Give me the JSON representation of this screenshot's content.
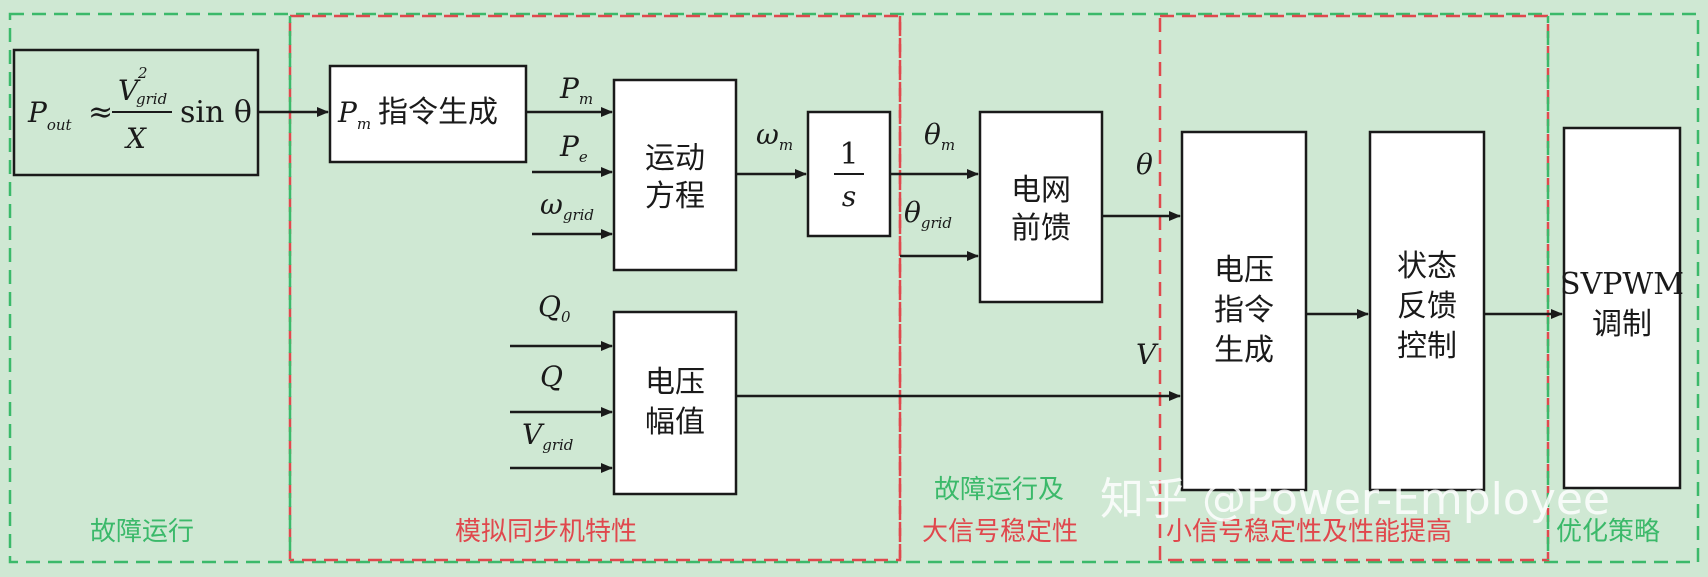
{
  "formula": {
    "lhs": "P",
    "lhs_sub": "out",
    "approx": "≈",
    "num": "V",
    "num_sup": "2",
    "num_sub": "grid",
    "den": "X",
    "tail": "sin θ"
  },
  "blocks": {
    "pm_cmd": {
      "sym": "P",
      "sub": "m",
      "label": "指令生成"
    },
    "motion": {
      "line1": "运动",
      "line2": "方程"
    },
    "integrator": {
      "num": "1",
      "den": "s"
    },
    "feedforward": {
      "line1": "电网",
      "line2": "前馈"
    },
    "volt_amp": {
      "line1": "电压",
      "line2": "幅值"
    },
    "volt_cmd": {
      "line1": "电压",
      "line2": "指令",
      "line3": "生成"
    },
    "state_fb": {
      "line1": "状态",
      "line2": "反馈",
      "line3": "控制"
    },
    "svpwm": {
      "line1": "SVPWM",
      "line2": "调制"
    }
  },
  "signals": {
    "pm": {
      "sym": "P",
      "sub": "m"
    },
    "pe": {
      "sym": "P",
      "sub": "e"
    },
    "wgrid": {
      "sym": "ω",
      "sub": "grid"
    },
    "wm": {
      "sym": "ω",
      "sub": "m"
    },
    "thetam": {
      "sym": "θ",
      "sub": "m"
    },
    "thetagrid": {
      "sym": "θ",
      "sub": "grid"
    },
    "theta": {
      "sym": "θ"
    },
    "v": {
      "sym": "V"
    },
    "q0": {
      "sym": "Q",
      "sub": "0"
    },
    "q": {
      "sym": "Q"
    },
    "vgrid": {
      "sym": "V",
      "sub": "grid"
    }
  },
  "regions": {
    "fault_run": "故障运行",
    "sync_machine": "模拟同步机特性",
    "fault_large_1": "故障运行及",
    "fault_large_2": "大信号稳定性",
    "small_signal": "小信号稳定性及性能提高",
    "optimization": "优化策略"
  },
  "watermark": "知乎 @Power-Employee",
  "colors": {
    "background": "#cfe8d3",
    "green_dash": "#3bb96a",
    "red_dash": "#e0484d",
    "block_fill": "#ffffff",
    "line": "#1a1a1a"
  }
}
